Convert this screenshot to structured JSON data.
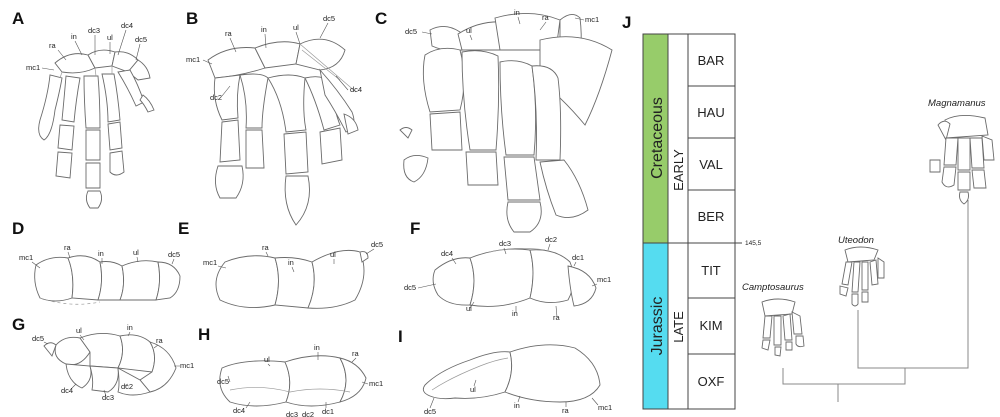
{
  "panels": {
    "A": {
      "letter": "A",
      "labels": {
        "ra": "ra",
        "in": "in",
        "dc3": "dc3",
        "ul": "ul",
        "dc4": "dc4",
        "dc5": "dc5",
        "mc1": "mc1"
      }
    },
    "B": {
      "letter": "B",
      "labels": {
        "ra": "ra",
        "in": "in",
        "ul": "ul",
        "dc5": "dc5",
        "mc1": "mc1",
        "dc4": "dc4",
        "dc2": "dc2"
      }
    },
    "C": {
      "letter": "C",
      "labels": {
        "in": "in",
        "ra": "ra",
        "mc1": "mc1",
        "dc5": "dc5",
        "ul": "ul"
      }
    },
    "D": {
      "letter": "D",
      "labels": {
        "mc1": "mc1",
        "ra": "ra",
        "in": "in",
        "ul": "ul",
        "dc5": "dc5"
      }
    },
    "E": {
      "letter": "E",
      "labels": {
        "ra": "ra",
        "mc1": "mc1",
        "in": "in",
        "ul": "ul",
        "dc5": "dc5"
      }
    },
    "F": {
      "letter": "F",
      "labels": {
        "dc3": "dc3",
        "dc2": "dc2",
        "dc4": "dc4",
        "dc1": "dc1",
        "mc1": "mc1",
        "dc5": "dc5",
        "ul": "ul",
        "in": "in",
        "ra": "ra"
      }
    },
    "G": {
      "letter": "G",
      "labels": {
        "dc5": "dc5",
        "ul": "ul",
        "in": "in",
        "ra": "ra",
        "mc1": "mc1",
        "dc4": "dc4",
        "dc3": "dc3",
        "dc2": "dc2"
      }
    },
    "H": {
      "letter": "H",
      "labels": {
        "in": "in",
        "ra": "ra",
        "ul": "ul",
        "mc1": "mc1",
        "dc5": "dc5",
        "dc4": "dc4",
        "dc3": "dc3",
        "dc2": "dc2",
        "dc1": "dc1"
      }
    },
    "I": {
      "letter": "I",
      "labels": {
        "dc5": "dc5",
        "ul": "ul",
        "in": "in",
        "ra": "ra",
        "mc1": "mc1"
      }
    },
    "J": {
      "letter": "J"
    }
  },
  "stratigraphy": {
    "periods": [
      {
        "name": "Cretaceous",
        "color": "#97cc6a"
      },
      {
        "name": "Jurassic",
        "color": "#55dcf0"
      }
    ],
    "epochs": [
      "EARLY",
      "LATE"
    ],
    "stages": [
      "BAR",
      "HAU",
      "VAL",
      "BER",
      "TIT",
      "KIM",
      "OXF"
    ],
    "boundary_age": "145,5"
  },
  "taxa": [
    "Magnamanus",
    "Uteodon",
    "Camptosaurus"
  ]
}
